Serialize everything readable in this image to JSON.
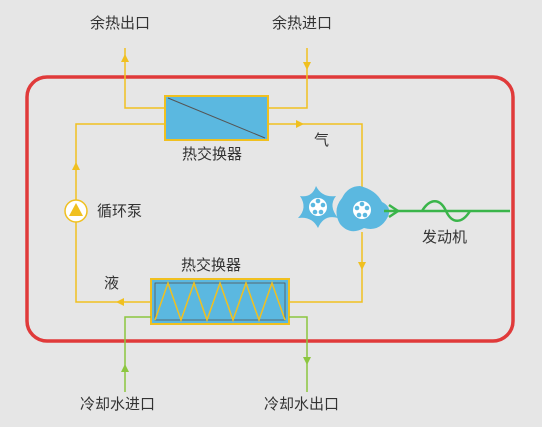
{
  "labels": {
    "waste_heat_out": "余热出口",
    "waste_heat_in": "余热进口",
    "heat_exchanger_top": "热交换器",
    "gas": "气",
    "pump": "循环泵",
    "engine": "发动机",
    "heat_exchanger_bottom": "热交换器",
    "liquid": "液",
    "cooling_water_in": "冷却水进口",
    "cooling_water_out": "冷却水出口"
  },
  "colors": {
    "background": "#e6e6e6",
    "loop_border": "#e03a3a",
    "working_fluid_line": "#f0c020",
    "cooling_water_line": "#8cc63f",
    "engine_shaft": "#3ab54a",
    "exchanger_fill": "#5bb8e0",
    "turbine_fill": "#5bb8e0",
    "pump_fill": "#f0c020",
    "text": "#333333"
  },
  "icons": {
    "pump": "triangle-pump-icon",
    "turbine": "star-turbine-icon",
    "engine_coupling": "wave-coupling-icon"
  }
}
